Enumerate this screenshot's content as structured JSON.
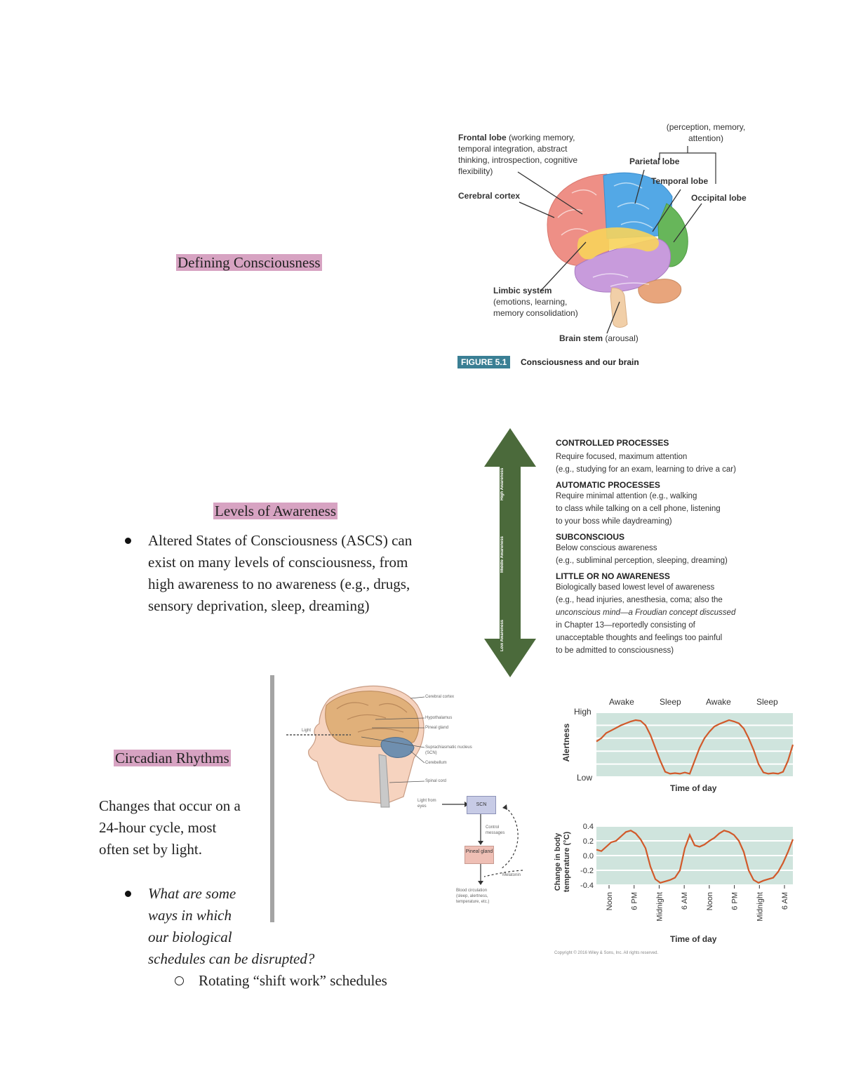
{
  "sections": {
    "defining": {
      "heading": "Defining Consciousness"
    },
    "levels": {
      "heading": "Levels of Awareness",
      "bullet_lines": [
        "Altered States of Consciousness (ASCS) can",
        "exist on many levels of consciousness, from",
        "high awareness to no awareness (e.g., drugs,",
        "sensory deprivation, sleep, dreaming)"
      ]
    },
    "circadian": {
      "heading": "Circadian Rhythms",
      "body_lines": [
        "Changes that occur on a",
        "24-hour cycle, most",
        "often set by light."
      ],
      "question_lines": [
        "What are some",
        "ways in which",
        "our biological",
        "schedules can be disrupted?"
      ],
      "sub_bullet": "Rotating “shift work” schedules"
    }
  },
  "brain_figure": {
    "frontal_title": "Frontal lobe",
    "frontal_desc_1": "(working memory,",
    "frontal_desc_2": "temporal integration, abstract",
    "frontal_desc_3": "thinking, introspection, cognitive",
    "frontal_desc_4": "flexibility)",
    "cortex": "Cerebral cortex",
    "pta_1": "(perception, memory,",
    "pta_2": "attention)",
    "parietal": "Parietal lobe",
    "temporal": "Temporal lobe",
    "occipital": "Occipital lobe",
    "limbic_title": "Limbic system",
    "limbic_1": "(emotions, learning,",
    "limbic_2": "memory consolidation)",
    "stem_title": "Brain stem",
    "stem_desc": "(arousal)",
    "figure_tag": "FIGURE 5.1",
    "caption": "Consciousness and our brain"
  },
  "awareness_figure": {
    "arrow_labels": [
      "High Awareness",
      "Middle Awareness",
      "Low Awareness"
    ],
    "levels": [
      {
        "title": "CONTROLLED PROCESSES",
        "lines": [
          "Require focused, maximum attention",
          "(e.g., studying for an exam, learning to drive a car)"
        ]
      },
      {
        "title": "AUTOMATIC PROCESSES",
        "lines": [
          "Require minimal attention (e.g., walking",
          "to class while talking on a cell phone, listening",
          "to your boss while daydreaming)"
        ]
      },
      {
        "title": "SUBCONSCIOUS",
        "lines": [
          "Below conscious awareness",
          "(e.g., subliminal perception, sleeping, dreaming)"
        ]
      },
      {
        "title": "LITTLE OR NO AWARENESS",
        "lines": [
          "Biologically based lowest level of awareness",
          "(e.g., head injuries, anesthesia, coma; also the",
          "unconscious mind—a Froudian concept discussed",
          "in Chapter 13—reportedly consisting of",
          "unacceptable thoughts and feelings too painful",
          "to be admitted to consciousness)"
        ]
      }
    ]
  },
  "head_figure": {
    "labels": [
      "Cerebral cortex",
      "Hypothalamus",
      "Pineal gland",
      "Suprachiasmatic nucleus (SCN)",
      "Cerebellum",
      "Spinal cord"
    ],
    "light": "Light",
    "flow_light": "Light from eyes",
    "flow_scn": "SCN",
    "flow_control": "Control messages",
    "flow_pineal": "Pineal gland",
    "flow_melatonin": "Melatonin",
    "flow_output_1": "Blood circulation",
    "flow_output_2": "(sleep, alertness,",
    "flow_output_3": "temperature, etc.)"
  },
  "chart_data": [
    {
      "type": "line",
      "title": "",
      "xlabel": "Time of day",
      "ylabel": "Alertness",
      "y_tick_labels": [
        "High",
        "Low"
      ],
      "phase_labels": [
        "Awake",
        "Sleep",
        "Awake",
        "Sleep"
      ],
      "x": [
        0,
        1,
        2,
        3,
        4,
        5,
        6,
        7,
        8,
        9,
        10,
        11,
        12,
        13,
        14,
        15,
        16,
        17,
        18,
        19,
        20,
        21,
        22,
        23,
        24,
        25,
        26,
        27,
        28,
        29,
        30,
        31,
        32,
        33,
        34,
        35,
        36,
        37,
        38,
        39,
        40
      ],
      "series": [
        {
          "values": [
            0.55,
            0.6,
            0.68,
            0.72,
            0.76,
            0.8,
            0.83,
            0.86,
            0.88,
            0.87,
            0.8,
            0.65,
            0.45,
            0.25,
            0.08,
            0.05,
            0.06,
            0.05,
            0.07,
            0.05,
            0.25,
            0.45,
            0.6,
            0.7,
            0.78,
            0.82,
            0.85,
            0.88,
            0.86,
            0.83,
            0.75,
            0.6,
            0.42,
            0.2,
            0.07,
            0.05,
            0.06,
            0.05,
            0.08,
            0.25,
            0.5
          ]
        }
      ]
    },
    {
      "type": "line",
      "title": "",
      "xlabel": "Time of day",
      "ylabel": "Change in body temperature (°C)",
      "ylim": [
        -0.4,
        0.4
      ],
      "y_ticks": [
        0.4,
        0.2,
        0.0,
        -0.2,
        -0.4
      ],
      "x_tick_labels": [
        "Noon",
        "6 PM",
        "Midnight",
        "6 AM",
        "Noon",
        "6 PM",
        "Midnight",
        "6 AM"
      ],
      "x": [
        0,
        1,
        2,
        3,
        4,
        5,
        6,
        7,
        8,
        9,
        10,
        11,
        12,
        13,
        14,
        15,
        16,
        17,
        18,
        19,
        20,
        21,
        22,
        23,
        24,
        25,
        26,
        27,
        28,
        29,
        30,
        31,
        32,
        33,
        34,
        35,
        36,
        37,
        38,
        39,
        40
      ],
      "series": [
        {
          "values": [
            0.08,
            0.06,
            0.12,
            0.18,
            0.2,
            0.26,
            0.32,
            0.34,
            0.3,
            0.22,
            0.1,
            -0.15,
            -0.32,
            -0.37,
            -0.35,
            -0.33,
            -0.3,
            -0.2,
            0.1,
            0.28,
            0.14,
            0.12,
            0.15,
            0.2,
            0.24,
            0.3,
            0.34,
            0.32,
            0.28,
            0.2,
            0.05,
            -0.2,
            -0.33,
            -0.37,
            -0.34,
            -0.32,
            -0.3,
            -0.22,
            -0.1,
            0.05,
            0.22
          ]
        }
      ]
    }
  ],
  "chart_note": "Copyright © 2016 Wiley & Sons, Inc. All rights reserved."
}
